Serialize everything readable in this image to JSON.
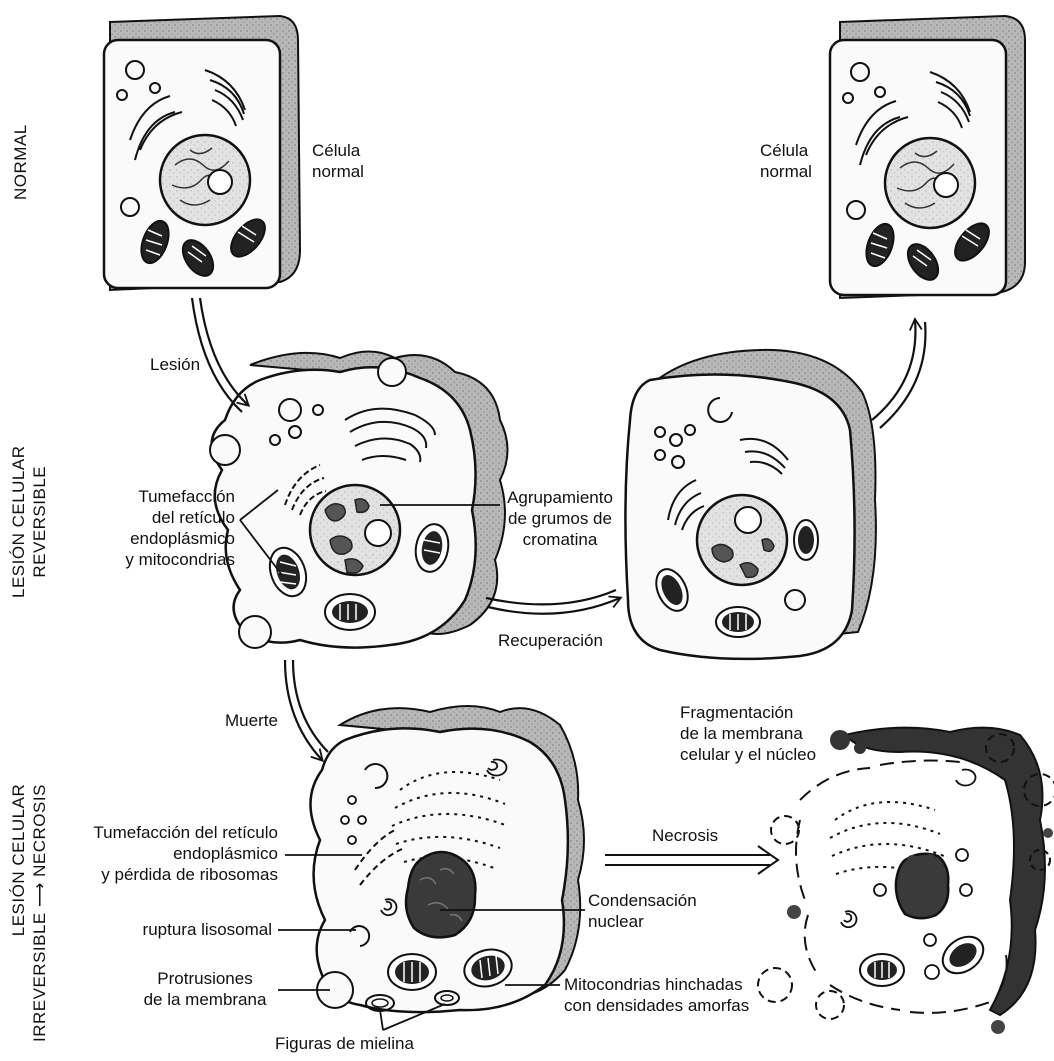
{
  "rows": {
    "normal": "NORMAL",
    "reversible": [
      "LESIÓN CELULAR",
      "REVERSIBLE"
    ],
    "irreversible": [
      "LESIÓN CELULAR",
      "IRREVERSIBLE",
      "NECROSIS"
    ]
  },
  "labels": {
    "normal_cell_left": [
      "Célula",
      "normal"
    ],
    "normal_cell_right": [
      "Célula",
      "normal"
    ],
    "injury": "Lesión",
    "swelling_er_mito": [
      "Tumefacción",
      "del retículo",
      "endoplásmico",
      "y mitocondrias"
    ],
    "chromatin_clumping": [
      "Agrupamiento",
      "de grumos de",
      "cromatina"
    ],
    "recovery": "Recuperación",
    "death": "Muerte",
    "fragmentation": [
      "Fragmentación",
      "de la membrana",
      "celular y el núcleo"
    ],
    "er_swelling_ribosome_loss": [
      "Tumefacción del retículo",
      "endoplásmico",
      "y pérdida de ribosomas"
    ],
    "necrosis": "Necrosis",
    "nuclear_condensation": [
      "Condensación",
      "nuclear"
    ],
    "lysosomal_rupture": "ruptura lisosomal",
    "membrane_blebs": [
      "Protrusiones",
      "de la membrana"
    ],
    "swollen_mito": [
      "Mitocondrias hinchadas",
      "con densidades amorfas"
    ],
    "myelin_figures": "Figuras de mielina"
  }
}
